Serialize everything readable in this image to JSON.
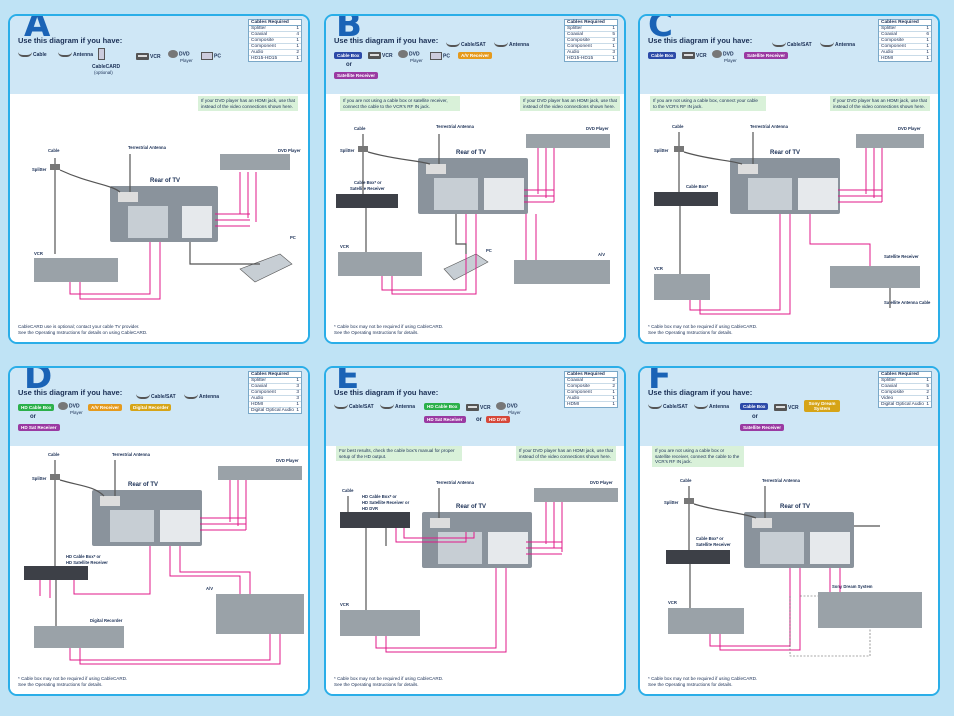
{
  "use_label": "Use this diagram if you have:",
  "panels": {
    "A": {
      "letter": "A",
      "devices": {
        "cable": "Cable",
        "antenna": "Antenna",
        "vcr": "VCR",
        "dvd": "DVD",
        "dvd_sub": "Player",
        "pc": "PC",
        "cablecard": "CableCARD",
        "cablecard_sub": "(optional)"
      },
      "req_title": "Cables Required",
      "req": [
        [
          "Splitter",
          "1"
        ],
        [
          "Coaxial",
          "4"
        ],
        [
          "Composite",
          "1"
        ],
        [
          "Component",
          "1"
        ],
        [
          "Audio",
          "2"
        ],
        [
          "HD15-HD15",
          "1"
        ]
      ],
      "note": "If your DVD player has an HDMI jack, use that instead of the video connections shown here.",
      "labels": {
        "cable": "Cable",
        "antenna": "Terrestrial Antenna",
        "splitter": "Splitter",
        "rear": "Rear of TV",
        "dvd": "DVD Player",
        "vcr": "VCR",
        "pc": "PC"
      },
      "foot1": "CableCARD use is optional; contact your cable TV provider.",
      "foot2": "See the Operating Instructions for details on using CableCARD."
    },
    "B": {
      "letter": "B",
      "devices": {
        "cablesat": "Cable/SAT",
        "antenna": "Antenna",
        "cablebox": "Cable Box",
        "vcr": "VCR",
        "dvd": "DVD",
        "dvd_sub": "Player",
        "pc": "PC",
        "av": "A/V Receiver",
        "or": "or",
        "satbox": "Satellite Receiver"
      },
      "req_title": "Cables Required",
      "req": [
        [
          "Splitter",
          "1"
        ],
        [
          "Coaxial",
          "5"
        ],
        [
          "Composite",
          "3"
        ],
        [
          "Component",
          "1"
        ],
        [
          "Audio",
          "3"
        ],
        [
          "HD15-HD15",
          "1"
        ]
      ],
      "note1": "If you are not using a cable box or satellite receiver, connect the cable to the VCR's RF IN jack.",
      "note2": "If your DVD player has an HDMI jack, use that instead of the video connections shown here.",
      "labels": {
        "cable": "Cable",
        "antenna": "Terrestrial Antenna",
        "splitter": "Splitter",
        "rear": "Rear of TV",
        "dvd": "DVD Player",
        "cablebox": "Cable Box* or",
        "satbox": "Satellite Receiver",
        "vcr": "VCR",
        "pc": "PC",
        "av": "A/V"
      },
      "foot1": "* Cable box may not be required if using CableCARD.",
      "foot2": "See the Operating Instructions for details."
    },
    "C": {
      "letter": "C",
      "devices": {
        "cablesat": "Cable/SAT",
        "antenna": "Antenna",
        "cablebox": "Cable Box",
        "vcr": "VCR",
        "dvd": "DVD",
        "dvd_sub": "Player",
        "satbox": "Satellite Receiver"
      },
      "req_title": "Cables Required",
      "req": [
        [
          "Splitter",
          "1"
        ],
        [
          "Coaxial",
          "6"
        ],
        [
          "Composite",
          "1"
        ],
        [
          "Component",
          "1"
        ],
        [
          "Audio",
          "1"
        ],
        [
          "HDMI",
          "1"
        ]
      ],
      "note1": "If you are not using a cable box, connect your cable to the VCR's RF IN jack.",
      "note2": "If your DVD player has an HDMI jack, use that instead of the video connections shown here.",
      "labels": {
        "cable": "Cable",
        "antenna": "Terrestrial Antenna",
        "splitter": "Splitter",
        "rear": "Rear of TV",
        "dvd": "DVD Player",
        "cablebox": "Cable Box*",
        "vcr": "VCR",
        "sat": "Satellite Receiver",
        "satant": "Satellite Antenna Cable"
      },
      "foot1": "* Cable box may not be required if using CableCARD.",
      "foot2": "See the Operating Instructions for details."
    },
    "D": {
      "letter": "D",
      "devices": {
        "cablesat": "Cable/SAT",
        "antenna": "Antenna",
        "hdcable": "HD Cable Box",
        "dvd": "DVD",
        "dvd_sub": "Player",
        "av": "A/V Receiver",
        "digrec": "Digital Recorder",
        "or": "or",
        "hdsat": "HD Sat Receiver"
      },
      "req_title": "Cables Required",
      "req": [
        [
          "Splitter",
          "1"
        ],
        [
          "Coaxial",
          "3"
        ],
        [
          "Component",
          "3"
        ],
        [
          "Audio",
          "3"
        ],
        [
          "HDMI",
          "1"
        ],
        [
          "Digital Optical Audio",
          "1"
        ]
      ],
      "labels": {
        "cable": "Cable",
        "antenna": "Terrestrial Antenna",
        "splitter": "Splitter",
        "rear": "Rear of TV",
        "dvd": "DVD Player",
        "hdbox": "HD Cable Box* or",
        "hdsat": "HD Satellite Receiver",
        "av": "A/V",
        "digrec": "Digital Recorder"
      },
      "foot1": "* Cable box may not be required if using CableCARD.",
      "foot2": "See the Operating Instructions for details."
    },
    "E": {
      "letter": "E",
      "devices": {
        "cablesat": "Cable/SAT",
        "antenna": "Antenna",
        "hdcable": "HD Cable Box",
        "vcr": "VCR",
        "dvd": "DVD",
        "dvd_sub": "Player",
        "hdsat": "HD Sat Receiver",
        "or": "or",
        "hddvr": "HD DVR"
      },
      "req_title": "Cables Required",
      "req": [
        [
          "Coaxial",
          "2"
        ],
        [
          "Composite",
          "2"
        ],
        [
          "Component",
          "1"
        ],
        [
          "Audio",
          "1"
        ],
        [
          "HDMI",
          "1"
        ]
      ],
      "note1": "For best results, check the cable box's manual for proper setup of the HD output.",
      "note2": "If your DVD player has an HDMI jack, use that instead of the video connections shown here.",
      "labels": {
        "cable": "Cable",
        "antenna": "Terrestrial Antenna",
        "rear": "Rear of TV",
        "dvd": "DVD Player",
        "hdbox": "HD Cable Box* or",
        "hdsat": "HD Satellite Receiver or",
        "hddvr": "HD DVR",
        "vcr": "VCR"
      },
      "foot1": "* Cable box may not be required if using CableCARD.",
      "foot2": "See the Operating Instructions for details."
    },
    "F": {
      "letter": "F",
      "devices": {
        "cablesat": "Cable/SAT",
        "antenna": "Antenna",
        "cablebox": "Cable Box",
        "vcr": "VCR",
        "dream": "Sony Dream System",
        "or": "or",
        "satbox": "Satellite Receiver"
      },
      "req_title": "Cables Required",
      "req": [
        [
          "Splitter",
          "1"
        ],
        [
          "Coaxial",
          "5"
        ],
        [
          "Composite",
          "2"
        ],
        [
          "Video",
          "1"
        ],
        [
          "Digital Optical Audio",
          "1"
        ]
      ],
      "note1": "If you are not using a cable box or satellite receiver, connect the cable to the VCR's RF IN jack.",
      "labels": {
        "cable": "Cable",
        "antenna": "Terrestrial Antenna",
        "splitter": "Splitter",
        "rear": "Rear of TV",
        "cablebox": "Cable Box* or",
        "satbox": "Satellite Receiver",
        "vcr": "VCR",
        "dream": "Sony Dream System"
      },
      "foot1": "* Cable box may not be required if using CableCARD.",
      "foot2": "See the Operating Instructions for details."
    }
  }
}
